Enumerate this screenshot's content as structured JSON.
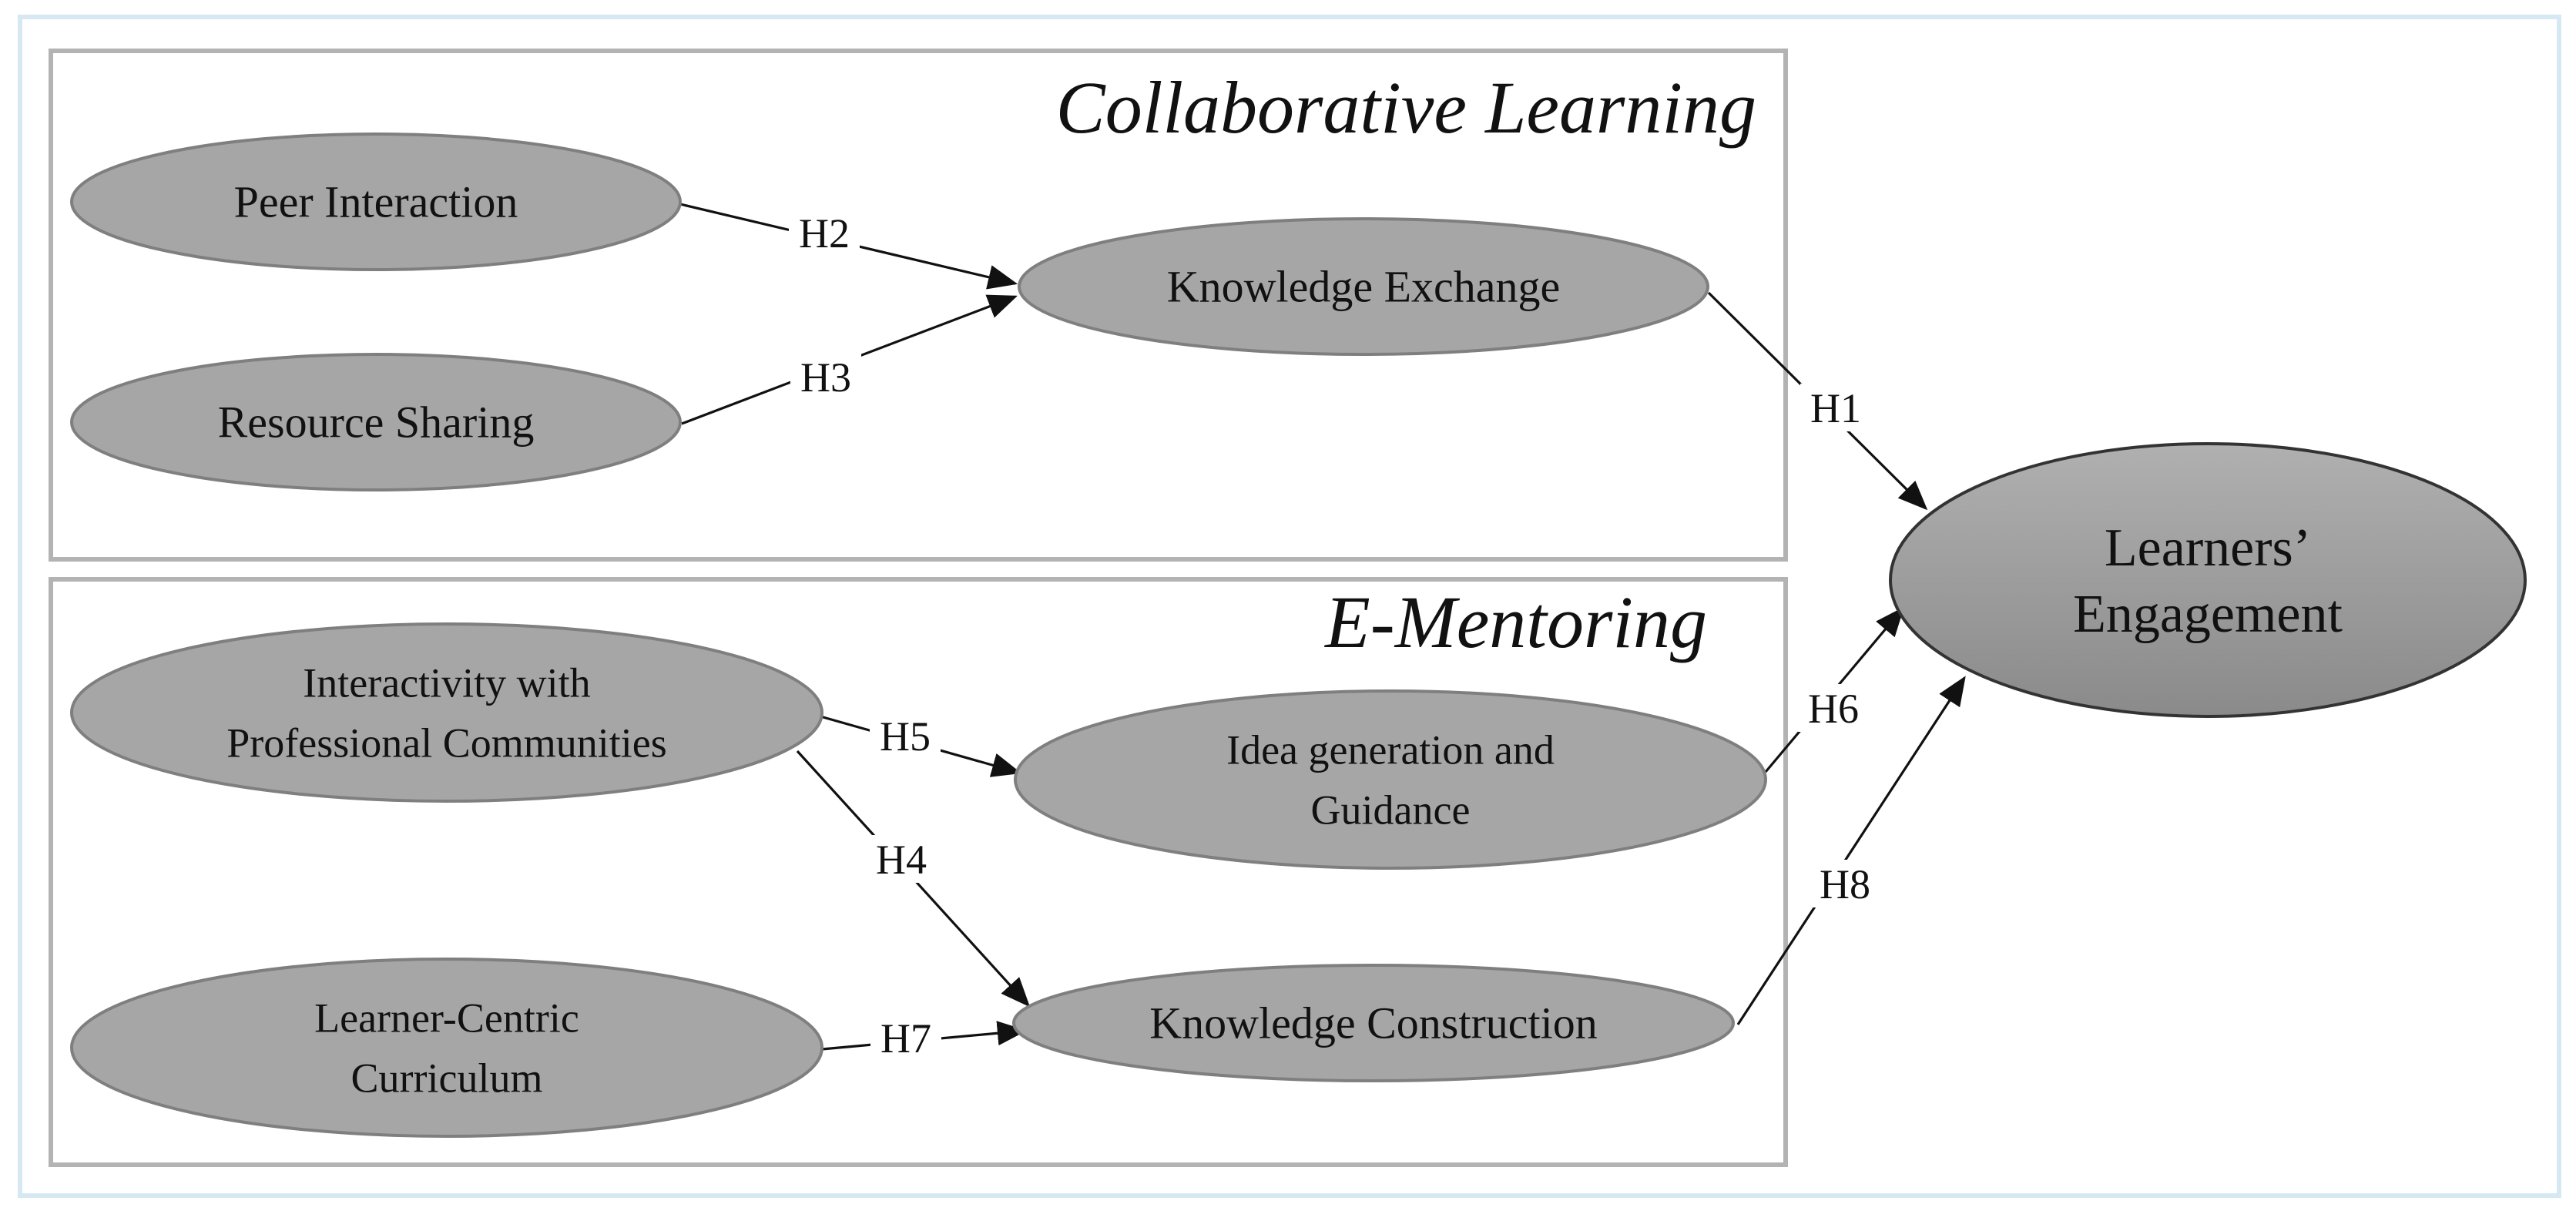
{
  "diagram": {
    "groups": [
      {
        "id": "collab",
        "title": "Collaborative Learning"
      },
      {
        "id": "ementor",
        "title": "E-Mentoring"
      }
    ],
    "nodes": [
      {
        "id": "peer",
        "lines": [
          "Peer Interaction"
        ],
        "group": "collab"
      },
      {
        "id": "resource",
        "lines": [
          "Resource Sharing"
        ],
        "group": "collab"
      },
      {
        "id": "knowex",
        "lines": [
          "Knowledge Exchange"
        ],
        "group": "collab"
      },
      {
        "id": "interact",
        "lines": [
          "Interactivity with",
          "Professional Communities"
        ],
        "group": "ementor"
      },
      {
        "id": "learner",
        "lines": [
          "Learner-Centric",
          "Curriculum"
        ],
        "group": "ementor"
      },
      {
        "id": "idea",
        "lines": [
          "Idea generation and",
          "Guidance"
        ],
        "group": "ementor"
      },
      {
        "id": "kconstr",
        "lines": [
          "Knowledge Construction"
        ],
        "group": "ementor"
      },
      {
        "id": "engage",
        "lines": [
          "Learners’",
          "Engagement"
        ],
        "group": null
      }
    ],
    "edges": [
      {
        "id": "H1",
        "label": "H1",
        "from": "knowex",
        "to": "engage"
      },
      {
        "id": "H2",
        "label": "H2",
        "from": "peer",
        "to": "knowex"
      },
      {
        "id": "H3",
        "label": "H3",
        "from": "resource",
        "to": "knowex"
      },
      {
        "id": "H4",
        "label": "H4",
        "from": "interact",
        "to": "kconstr"
      },
      {
        "id": "H5",
        "label": "H5",
        "from": "interact",
        "to": "idea"
      },
      {
        "id": "H6",
        "label": "H6",
        "from": "idea",
        "to": "engage"
      },
      {
        "id": "H7",
        "label": "H7",
        "from": "learner",
        "to": "kconstr"
      },
      {
        "id": "H8",
        "label": "H8",
        "from": "kconstr",
        "to": "engage"
      }
    ],
    "colors": {
      "node_fill": "#a6a6a6",
      "node_stroke": "#7f7f7f",
      "outcome_fill_top": "#b0b0b0",
      "outcome_fill_bottom": "#8a8a8a",
      "box_stroke": "#b3b3b3",
      "frame_stroke": "#d6e8f2",
      "edge_color": "#111111"
    }
  }
}
